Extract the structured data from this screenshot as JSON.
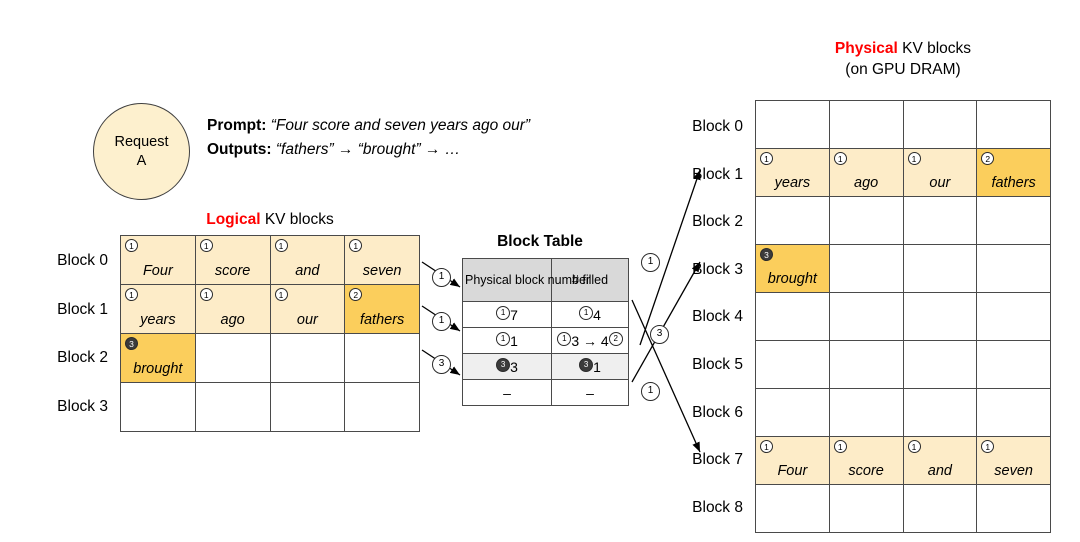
{
  "request": {
    "line1": "Request",
    "line2": "A"
  },
  "prompt": {
    "prompt_label": "Prompt:",
    "prompt_text": "“Four score and seven years ago our”",
    "outputs_label": "Outputs:",
    "outputs_text": "“fathers” → “brought” → …"
  },
  "logical": {
    "title_highlight": "Logical",
    "title_rest": " KV blocks",
    "row_labels": [
      "Block 0",
      "Block 1",
      "Block 2",
      "Block 3"
    ],
    "rows": [
      [
        {
          "word": "Four",
          "mark": "1",
          "style": "open",
          "fill": "light"
        },
        {
          "word": "score",
          "mark": "1",
          "style": "open",
          "fill": "light"
        },
        {
          "word": "and",
          "mark": "1",
          "style": "open",
          "fill": "light"
        },
        {
          "word": "seven",
          "mark": "1",
          "style": "open",
          "fill": "light"
        }
      ],
      [
        {
          "word": "years",
          "mark": "1",
          "style": "open",
          "fill": "light"
        },
        {
          "word": "ago",
          "mark": "1",
          "style": "open",
          "fill": "light"
        },
        {
          "word": "our",
          "mark": "1",
          "style": "open",
          "fill": "light"
        },
        {
          "word": "fathers",
          "mark": "2",
          "style": "open",
          "fill": "dark"
        }
      ],
      [
        {
          "word": "brought",
          "mark": "3",
          "style": "solid",
          "fill": "dark"
        },
        {
          "word": "",
          "mark": "",
          "style": "",
          "fill": "none"
        },
        {
          "word": "",
          "mark": "",
          "style": "",
          "fill": "none"
        },
        {
          "word": "",
          "mark": "",
          "style": "",
          "fill": "none"
        }
      ],
      [
        {
          "word": "",
          "mark": "",
          "style": "",
          "fill": "none"
        },
        {
          "word": "",
          "mark": "",
          "style": "",
          "fill": "none"
        },
        {
          "word": "",
          "mark": "",
          "style": "",
          "fill": "none"
        },
        {
          "word": "",
          "mark": "",
          "style": "",
          "fill": "none"
        }
      ]
    ]
  },
  "block_table": {
    "title": "Block Table",
    "headers": [
      "Physical block number",
      "# filled"
    ],
    "rows": [
      {
        "phys_mark": "1",
        "phys_style": "open",
        "phys": "7",
        "fill_mark": "1",
        "fill_style": "open",
        "filled": "4",
        "fill_mark2": "",
        "shaded": false
      },
      {
        "phys_mark": "1",
        "phys_style": "open",
        "phys": "1",
        "fill_mark": "1",
        "fill_style": "open",
        "filled": "3 → 4",
        "fill_mark2": "2",
        "shaded": false
      },
      {
        "phys_mark": "3",
        "phys_style": "solid",
        "phys": "3",
        "fill_mark": "3",
        "fill_style": "solid",
        "filled": "1",
        "fill_mark2": "",
        "shaded": true
      },
      {
        "phys_mark": "",
        "phys_style": "",
        "phys": "–",
        "fill_mark": "",
        "fill_style": "",
        "filled": "–",
        "fill_mark2": "",
        "shaded": false
      }
    ]
  },
  "physical": {
    "title_highlight": "Physical",
    "title_rest": " KV blocks",
    "subtitle": "(on GPU DRAM)",
    "row_labels": [
      "Block 0",
      "Block 1",
      "Block 2",
      "Block 3",
      "Block 4",
      "Block 5",
      "Block 6",
      "Block 7",
      "Block 8"
    ],
    "rows": [
      [
        {
          "word": "",
          "mark": "",
          "style": "",
          "fill": "none"
        },
        {
          "word": "",
          "mark": "",
          "style": "",
          "fill": "none"
        },
        {
          "word": "",
          "mark": "",
          "style": "",
          "fill": "none"
        },
        {
          "word": "",
          "mark": "",
          "style": "",
          "fill": "none"
        }
      ],
      [
        {
          "word": "years",
          "mark": "1",
          "style": "open",
          "fill": "light"
        },
        {
          "word": "ago",
          "mark": "1",
          "style": "open",
          "fill": "light"
        },
        {
          "word": "our",
          "mark": "1",
          "style": "open",
          "fill": "light"
        },
        {
          "word": "fathers",
          "mark": "2",
          "style": "open",
          "fill": "dark"
        }
      ],
      [
        {
          "word": "",
          "mark": "",
          "style": "",
          "fill": "none"
        },
        {
          "word": "",
          "mark": "",
          "style": "",
          "fill": "none"
        },
        {
          "word": "",
          "mark": "",
          "style": "",
          "fill": "none"
        },
        {
          "word": "",
          "mark": "",
          "style": "",
          "fill": "none"
        }
      ],
      [
        {
          "word": "brought",
          "mark": "3",
          "style": "solid",
          "fill": "dark"
        },
        {
          "word": "",
          "mark": "",
          "style": "",
          "fill": "none"
        },
        {
          "word": "",
          "mark": "",
          "style": "",
          "fill": "none"
        },
        {
          "word": "",
          "mark": "",
          "style": "",
          "fill": "none"
        }
      ],
      [
        {
          "word": "",
          "mark": "",
          "style": "",
          "fill": "none"
        },
        {
          "word": "",
          "mark": "",
          "style": "",
          "fill": "none"
        },
        {
          "word": "",
          "mark": "",
          "style": "",
          "fill": "none"
        },
        {
          "word": "",
          "mark": "",
          "style": "",
          "fill": "none"
        }
      ],
      [
        {
          "word": "",
          "mark": "",
          "style": "",
          "fill": "none"
        },
        {
          "word": "",
          "mark": "",
          "style": "",
          "fill": "none"
        },
        {
          "word": "",
          "mark": "",
          "style": "",
          "fill": "none"
        },
        {
          "word": "",
          "mark": "",
          "style": "",
          "fill": "none"
        }
      ],
      [
        {
          "word": "",
          "mark": "",
          "style": "",
          "fill": "none"
        },
        {
          "word": "",
          "mark": "",
          "style": "",
          "fill": "none"
        },
        {
          "word": "",
          "mark": "",
          "style": "",
          "fill": "none"
        },
        {
          "word": "",
          "mark": "",
          "style": "",
          "fill": "none"
        }
      ],
      [
        {
          "word": "Four",
          "mark": "1",
          "style": "open",
          "fill": "light"
        },
        {
          "word": "score",
          "mark": "1",
          "style": "open",
          "fill": "light"
        },
        {
          "word": "and",
          "mark": "1",
          "style": "open",
          "fill": "light"
        },
        {
          "word": "seven",
          "mark": "1",
          "style": "open",
          "fill": "light"
        }
      ],
      [
        {
          "word": "",
          "mark": "",
          "style": "",
          "fill": "none"
        },
        {
          "word": "",
          "mark": "",
          "style": "",
          "fill": "none"
        },
        {
          "word": "",
          "mark": "",
          "style": "",
          "fill": "none"
        },
        {
          "word": "",
          "mark": "",
          "style": "",
          "fill": "none"
        }
      ]
    ]
  },
  "left_arrow_labels": [
    "1",
    "1",
    "3"
  ],
  "right_arrow_labels": [
    "1",
    "3",
    "1"
  ],
  "colors": {
    "highlight_red": "#ff0000",
    "cell_light": "#fdecc8",
    "cell_dark": "#fbce5c",
    "header_grey": "#d9d9d9",
    "row_grey": "#efefef",
    "circle_fill": "#fdf0ce"
  }
}
